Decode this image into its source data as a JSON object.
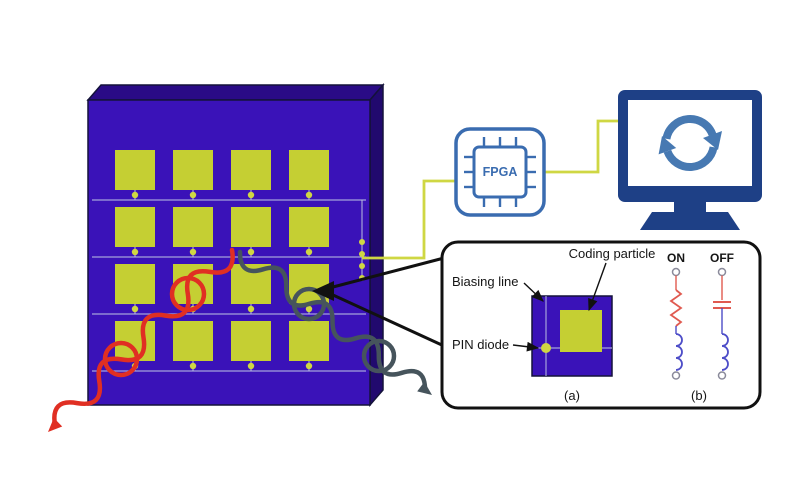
{
  "labels": {
    "fpga": "FPGA",
    "coding_particle": "Coding particle",
    "biasing_line": "Biasing line",
    "pin_diode": "PIN diode",
    "panel_a": "(a)",
    "panel_b": "(b)",
    "on": "ON",
    "off": "OFF"
  },
  "colors": {
    "panel": "#3a12b8",
    "panel-top": "#2a0b86",
    "panel-side": "#21096e",
    "particle": "#c5cf33",
    "wire": "#cfd743",
    "line-light": "#b9bce0",
    "monitor": "#1e4086",
    "refresh": "#4779b2",
    "fpga": "#3a6cb0",
    "wave-red": "#e02f23",
    "wave-dark": "#46545c",
    "component-red": "#e05a50",
    "component-blue": "#4d4dc8",
    "terminal": "#8a8a9a",
    "ink": "#111111"
  }
}
